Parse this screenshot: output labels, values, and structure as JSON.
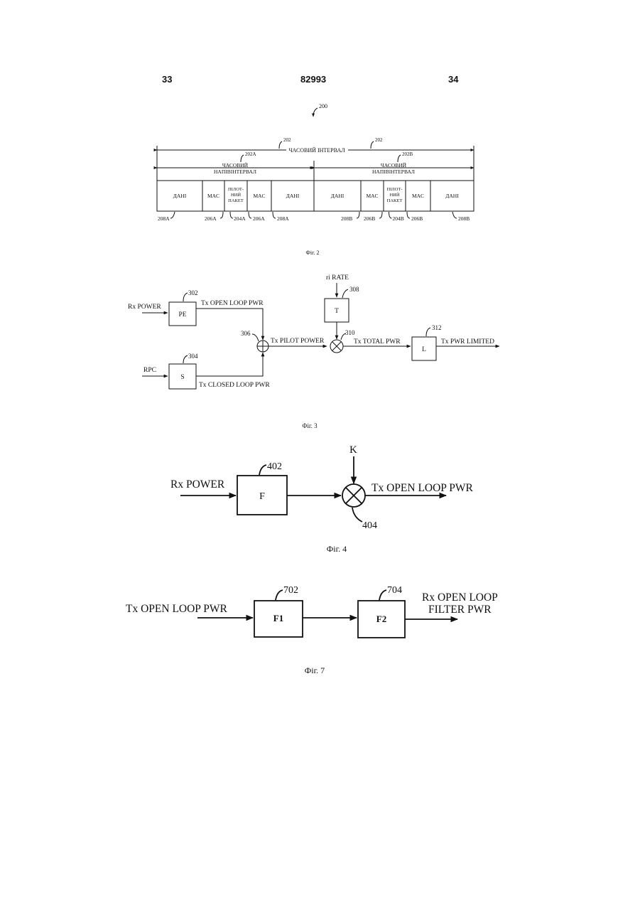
{
  "header": {
    "page_left": "33",
    "doc_number": "82993",
    "page_right": "34"
  },
  "fig2": {
    "ref_main": "200",
    "ref_interval": "202",
    "interval_label": "ЧАСОВИЙ ІНТЕРВАЛ",
    "ref_half_a": "202A",
    "ref_half_b": "202B",
    "half_label_line1": "ЧАСОВИЙ",
    "half_label_line2": "НАПІВІНТЕРВАЛ",
    "cells": [
      "ДАНІ",
      "MAC",
      "ПІЛОТ-|НИЙ|ПАКЕТ",
      "MAC",
      "ДАНІ",
      "ДАНІ",
      "MAC",
      "ПІЛОТ-|НИЙ|ПАКЕТ",
      "MAC",
      "ДАНІ"
    ],
    "refs": [
      "208A",
      "206A",
      "204A",
      "206A",
      "208A",
      "208B",
      "206B",
      "204B",
      "206B",
      "208B"
    ],
    "caption": "Фіг. 2"
  },
  "fig3": {
    "in_rx": "Rx POWER",
    "pe": "PE",
    "ref_pe": "302",
    "open_loop": "Tx OPEN LOOP PWR",
    "in_rpc": "RPC",
    "s": "S",
    "ref_s": "304",
    "closed_loop": "Tx CLOSED LOOP PWR",
    "ref_sum": "306",
    "pilot_power": "Tx PILOT POWER",
    "rate": "ri RATE",
    "t": "T",
    "ref_t": "308",
    "ref_mult": "310",
    "total_pwr": "Tx TOTAL PWR",
    "l": "L",
    "ref_l": "312",
    "limited": "Tx PWR LIMITED",
    "caption": "Фіг. 3"
  },
  "fig4": {
    "in_rx": "Rx POWER",
    "f": "F",
    "ref_f": "402",
    "k": "K",
    "ref_mult": "404",
    "out": "Tx OPEN LOOP PWR",
    "caption": "Фіг. 4"
  },
  "fig7": {
    "in": "Tx OPEN LOOP PWR",
    "f1": "F1",
    "ref_f1": "702",
    "f2": "F2",
    "ref_f2": "704",
    "out_line1": "Rx OPEN LOOP",
    "out_line2": "FILTER PWR",
    "caption": "Фіг. 7"
  }
}
